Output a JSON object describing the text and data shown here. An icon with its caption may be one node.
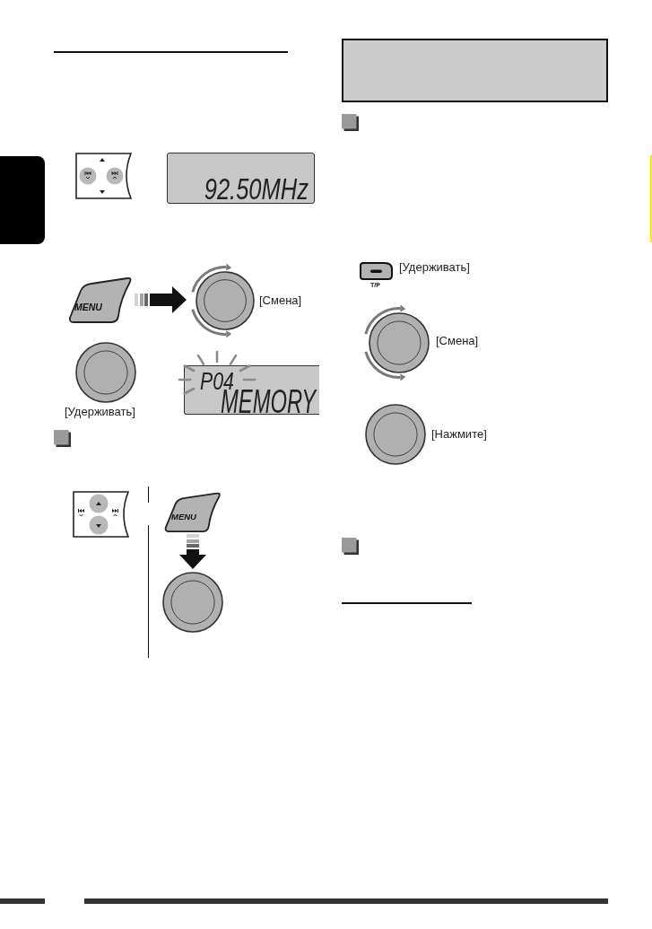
{
  "diagram": {
    "nodes": [
      {
        "text": [],
        "shape": "box"
      },
      {
        "text": [
          "92.50MHz"
        ]
      },
      {
        "text": [
          "MENU"
        ]
      },
      {
        "text": [],
        "shape": "circle",
        "beside": [
          "[Смена]"
        ]
      },
      {
        "text": [],
        "shape": "circle",
        "beside": [
          "[Удерживать]"
        ]
      },
      {
        "text": [
          "P04",
          "MEMORY"
        ]
      },
      {
        "text": [
          "MENU"
        ]
      },
      {
        "text": [],
        "shape": "circle"
      },
      {
        "text": [
          "T/P"
        ],
        "beside": [
          "[Удерживать]"
        ]
      },
      {
        "text": [],
        "shape": "circle",
        "beside": [
          "[Смена]"
        ]
      },
      {
        "text": [],
        "shape": "circle",
        "beside": [
          "[Нажмите]"
        ]
      }
    ],
    "edges": [
      {
        "from": 2,
        "to": 3,
        "arrow": "to"
      },
      {
        "from": 6,
        "to": 7,
        "arrow": "to"
      }
    ]
  }
}
